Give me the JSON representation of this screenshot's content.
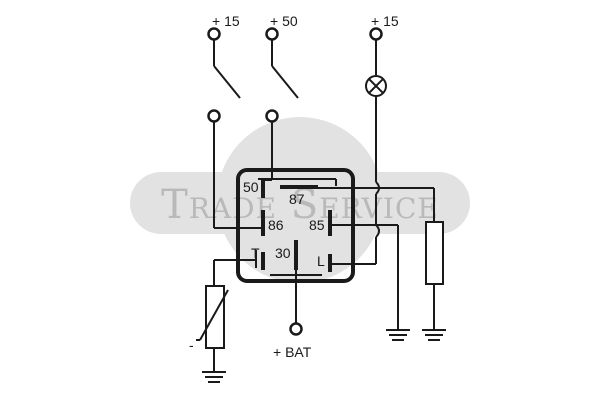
{
  "watermark": {
    "text": "Trade Service"
  },
  "terminals": {
    "top_left": "+ 15",
    "top_middle": "+ 50",
    "top_right": "+ 15",
    "bottom": "+ BAT",
    "minus": "-"
  },
  "relay_pins": {
    "p50": "50",
    "p87": "87",
    "p86": "86",
    "p85": "85",
    "pT": "T",
    "p30": "30",
    "pL": "L"
  }
}
